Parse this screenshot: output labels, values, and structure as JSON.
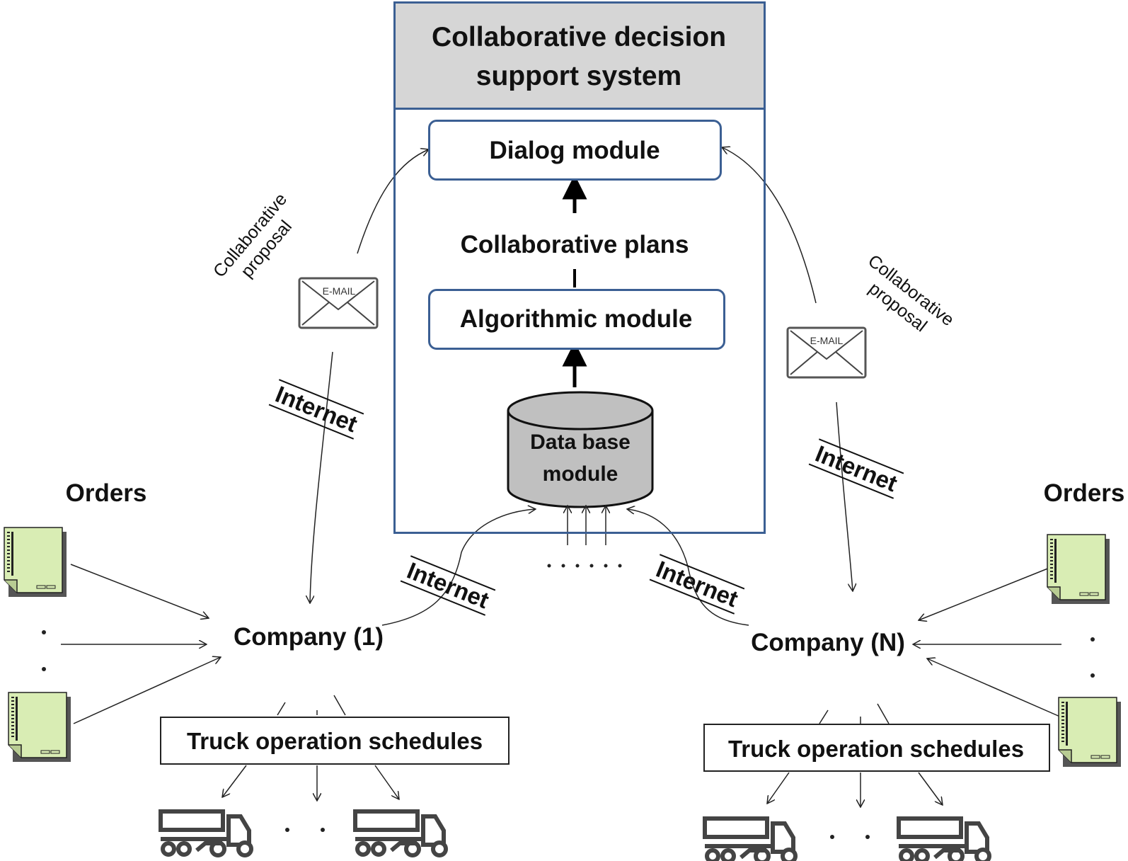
{
  "system": {
    "title_line1": "Collaborative decision",
    "title_line2": "support system"
  },
  "modules": {
    "dialog": "Dialog module",
    "plans": "Collaborative plans",
    "algorithmic": "Algorithmic module",
    "database_line1": "Data base",
    "database_line2": "module"
  },
  "left": {
    "company": "Company (1)",
    "orders": "Orders",
    "proposal_line1": "Collaborative",
    "proposal_line2": "proposal",
    "internet_email": "Internet",
    "internet_db": "Internet",
    "schedules": "Truck operation schedules",
    "email_label": "E-MAIL"
  },
  "right": {
    "company": "Company (N)",
    "orders": "Orders",
    "proposal_line1": "Collaborative",
    "proposal_line2": "proposal",
    "internet_email": "Internet",
    "internet_db": "Internet",
    "schedules": "Truck operation schedules",
    "email_label": "E-MAIL"
  },
  "colors": {
    "frame_border": "#3b5f93",
    "header_fill": "#d6d6d6",
    "database_fill": "#c0c0c0",
    "order_doc_fill": "#d9edb4"
  },
  "icons": [
    "email-icon",
    "order-document-icon",
    "truck-icon",
    "database-cylinder-icon"
  ]
}
